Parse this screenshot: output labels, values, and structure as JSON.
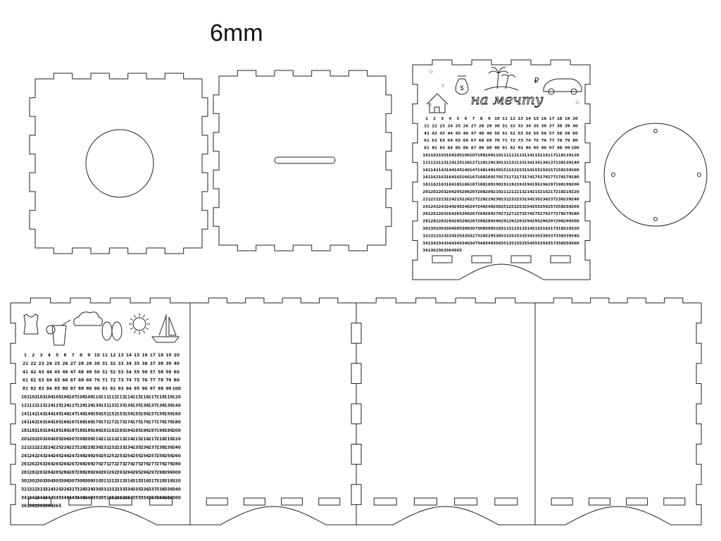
{
  "thickness_label": "6mm",
  "calendar_title": "на мечту",
  "day_count": 365,
  "columns": 20,
  "panels": [
    {
      "id": "panel-top-hole",
      "kind": "finger-square-circle"
    },
    {
      "id": "panel-top-slot",
      "kind": "finger-square-slot"
    },
    {
      "id": "panel-calendar-main",
      "kind": "calendar-front"
    },
    {
      "id": "disc-lid",
      "kind": "round-lid"
    },
    {
      "id": "panel-calendar-side",
      "kind": "calendar-side"
    },
    {
      "id": "panel-side-1",
      "kind": "plain-side"
    },
    {
      "id": "panel-side-2",
      "kind": "plain-side"
    },
    {
      "id": "panel-side-3",
      "kind": "plain-side"
    }
  ],
  "icons": {
    "calendar_main": [
      "house-icon",
      "money-bag-icon",
      "palm-island-icon",
      "sports-car-icon",
      "ruble-icon",
      "star-icon"
    ],
    "calendar_side": [
      "tank-top-icon",
      "cocktail-icon",
      "cloud-icon",
      "flip-flops-icon",
      "sun-icon",
      "sailboat-icon"
    ]
  }
}
